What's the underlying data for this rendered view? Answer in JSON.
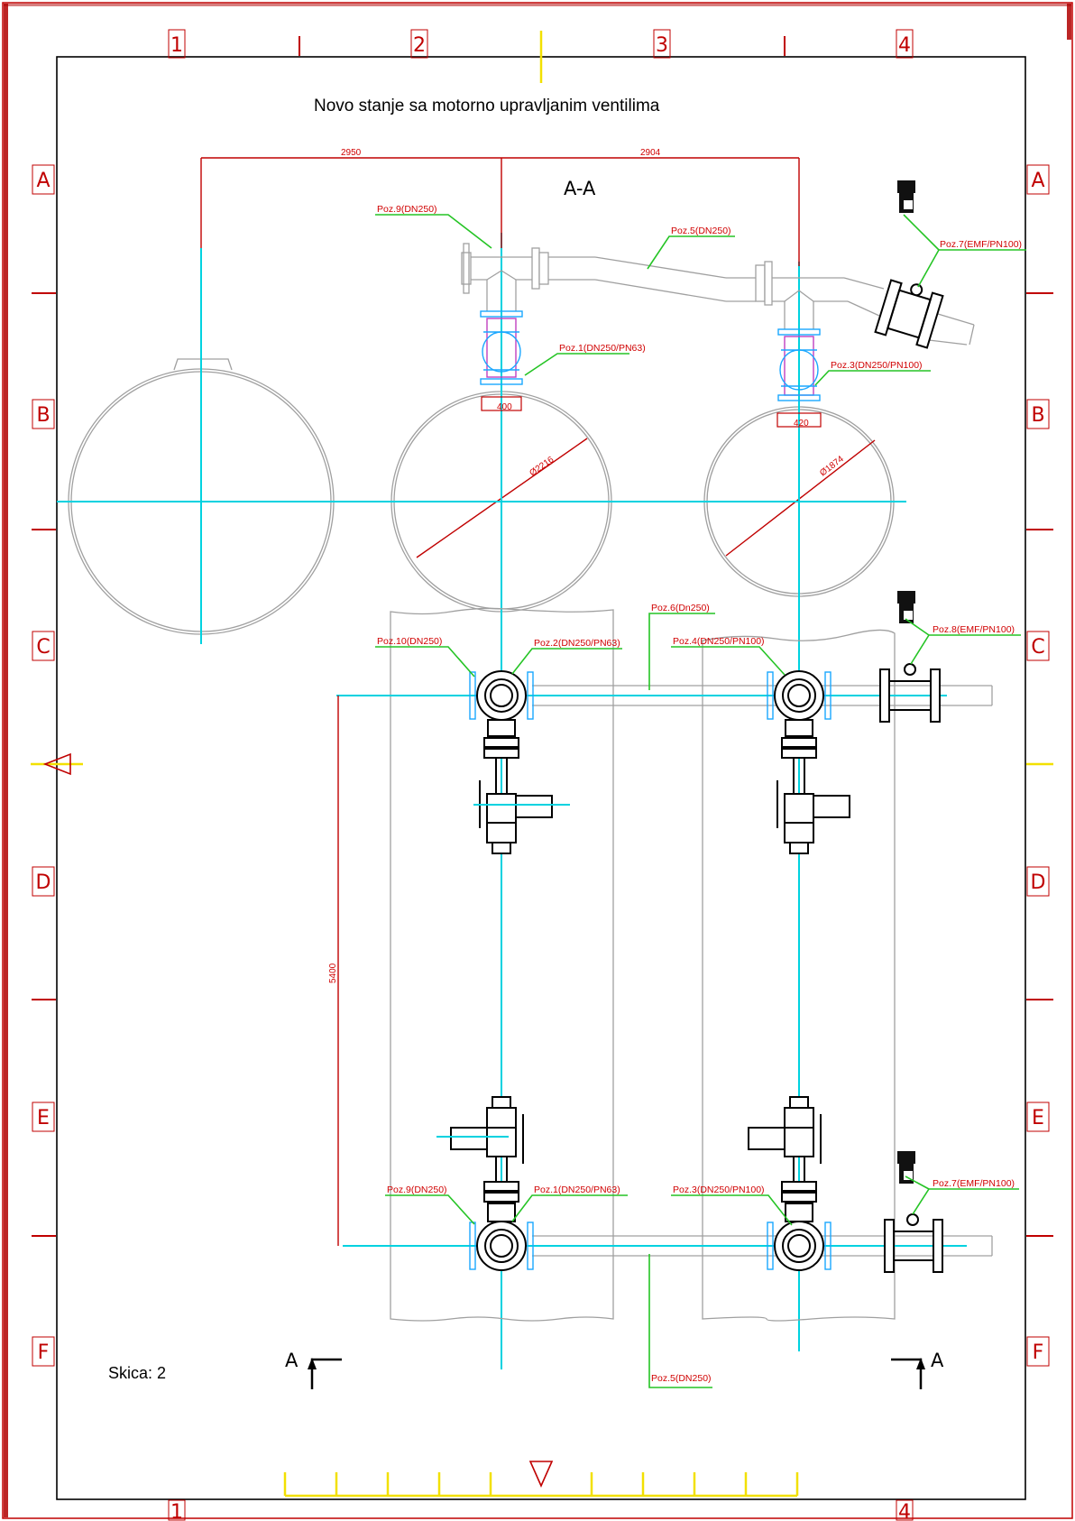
{
  "title": "Novo stanje sa motorno upravljanim ventilima",
  "section_label": "A-A",
  "section_marker": "A",
  "sketch": "Skica: 2",
  "columns": [
    "1",
    "2",
    "3",
    "4"
  ],
  "rows": [
    "A",
    "B",
    "C",
    "D",
    "E",
    "F"
  ],
  "dimensions": {
    "d1": "2950",
    "d2": "2904",
    "vertical": "5400",
    "nozzle1": "400",
    "nozzle2": "420",
    "dia1": "Ø2216",
    "dia2": "Ø1874"
  },
  "labels": {
    "top_poz9": "Poz.9(DN250)",
    "top_poz5": "Poz.5(DN250)",
    "top_poz7": "Poz.7(EMF/PN100)",
    "top_poz1": "Poz.1(DN250/PN63)",
    "top_poz3": "Poz.3(DN250/PN100)",
    "mid_poz6": "Poz.6(Dn250)",
    "mid_poz10": "Poz.10(DN250)",
    "mid_poz2": "Poz.2(DN250/PN63)",
    "mid_poz4": "Poz.4(DN250/PN100)",
    "mid_poz8": "Poz.8(EMF/PN100)",
    "bot_poz9": "Poz.9(DN250)",
    "bot_poz1": "Poz.1(DN250/PN63)",
    "bot_poz3": "Poz.3(DN250/PN100)",
    "bot_poz7": "Poz.7(EMF/PN100)",
    "bot_poz5": "Poz.5(DN250)"
  },
  "colors": {
    "frame": "#c00000",
    "centerline": "#00d2e0",
    "leader": "#25c425",
    "outline": "#a0a0a0",
    "marker": "#f2e000"
  }
}
